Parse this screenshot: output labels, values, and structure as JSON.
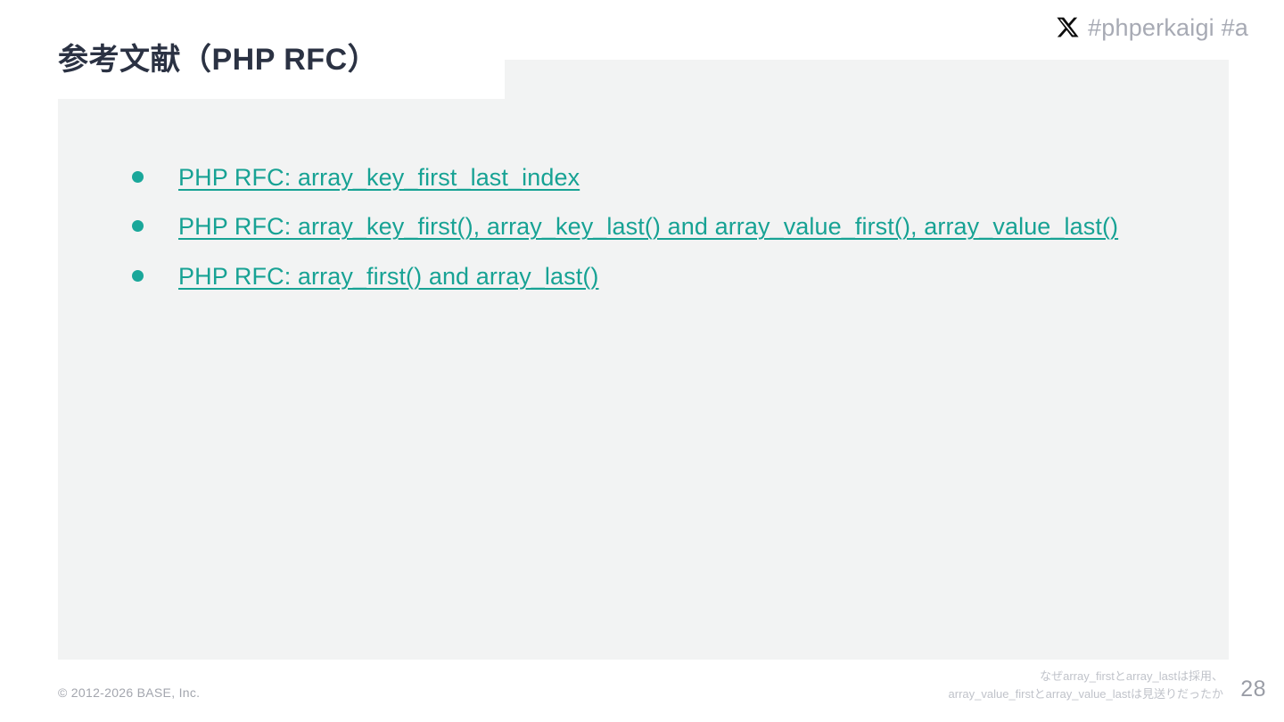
{
  "header": {
    "x_icon": "x-logo-icon",
    "hashtags": "#phperkaigi #a"
  },
  "slide": {
    "title": "参考文献（PHP RFC）",
    "links": [
      {
        "label": "PHP RFC: array_key_first_last_index"
      },
      {
        "label": "PHP RFC: array_key_first(), array_key_last() and array_value_first(), array_value_last()"
      },
      {
        "label": "PHP RFC: array_first() and array_last()"
      }
    ]
  },
  "footer": {
    "copyright": "© 2012-2026 BASE, Inc.",
    "talk_title_line1": "なぜarray_firstとarray_lastは採用、",
    "talk_title_line2": "array_value_firstとarray_value_lastは見送りだったか",
    "page_number": "28"
  },
  "colors": {
    "link": "#17a294",
    "bullet": "#1aa79a",
    "title": "#2b3243",
    "panel_bg": "#f2f3f3",
    "slide_bg": "#ffffff",
    "muted_text": "#a3a6ae"
  }
}
